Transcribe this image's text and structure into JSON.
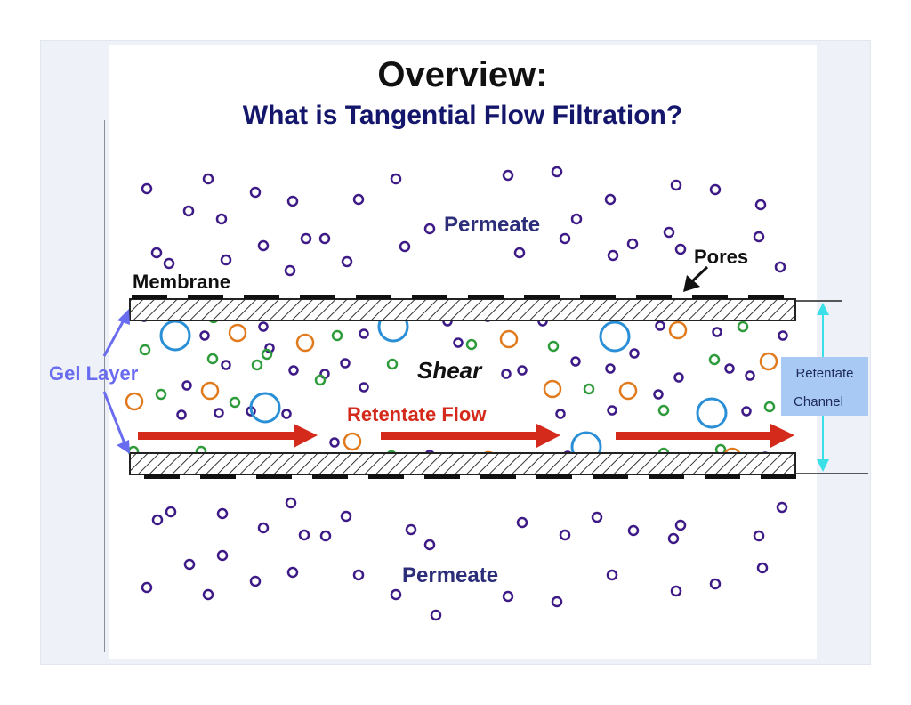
{
  "title": "Overview:",
  "subtitle": "What is Tangential Flow Filtration?",
  "labels": {
    "permeate_top": "Permeate",
    "permeate_bottom": "Permeate",
    "pores": "Pores",
    "membrane": "Membrane",
    "gel_layer": "Gel Layer",
    "shear": "Shear",
    "retentate_flow": "Retentate Flow",
    "retentate_channel_line1": "Retentate",
    "retentate_channel_line2": "Channel"
  },
  "colors": {
    "title": "#111111",
    "subtitle": "#14166b",
    "permeate_label": "#2c2e7a",
    "particle_purple": "#3d1a86",
    "particle_green": "#2e9b3a",
    "particle_orange": "#e07a1c",
    "particle_blue": "#2a8fd6",
    "flow_arrow": "#d42a1c",
    "gel_layer": "#6a6cf0",
    "channel_arrow": "#39e0e8",
    "channel_box": "#a9c9f5"
  }
}
